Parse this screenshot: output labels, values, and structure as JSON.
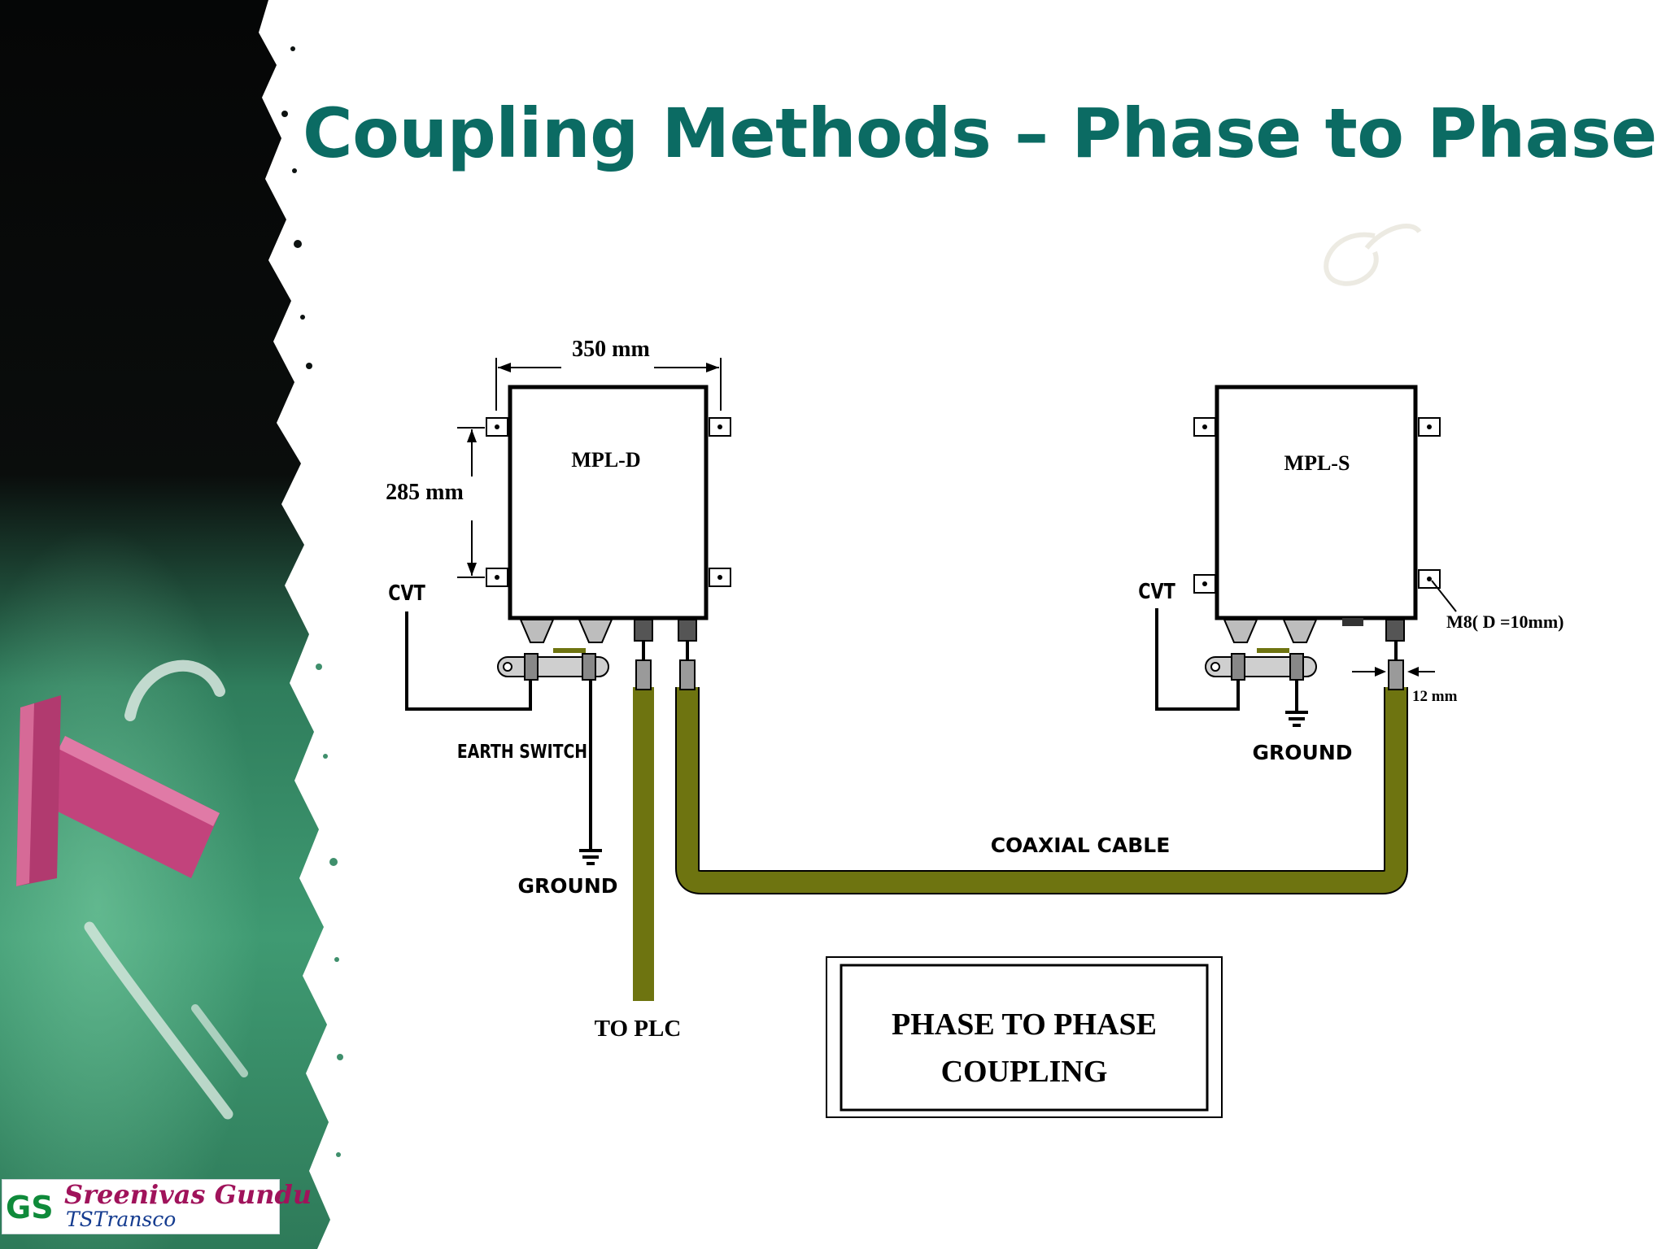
{
  "slide": {
    "title": "Coupling Methods – Phase to Phase",
    "title_color": "#0b6b63"
  },
  "diagram": {
    "width_dim": "350 mm",
    "height_dim": "285 mm",
    "unit_left": "MPL-D",
    "unit_right": "MPL-S",
    "cvt_left": "CVT",
    "cvt_right": "CVT",
    "earth_switch": "EARTH SWITCH",
    "ground_left": "GROUND",
    "ground_right": "GROUND",
    "to_plc": "TO PLC",
    "coaxial_cable": "COAXIAL CABLE",
    "m8": "M8( D =10mm)",
    "gap": "12 mm",
    "caption_line1": "PHASE TO PHASE",
    "caption_line2": "COUPLING",
    "cable_color": "#6e7410"
  },
  "logo": {
    "mark": "GS",
    "name": "Sreenivas Gundu",
    "org": "TSTransco"
  }
}
